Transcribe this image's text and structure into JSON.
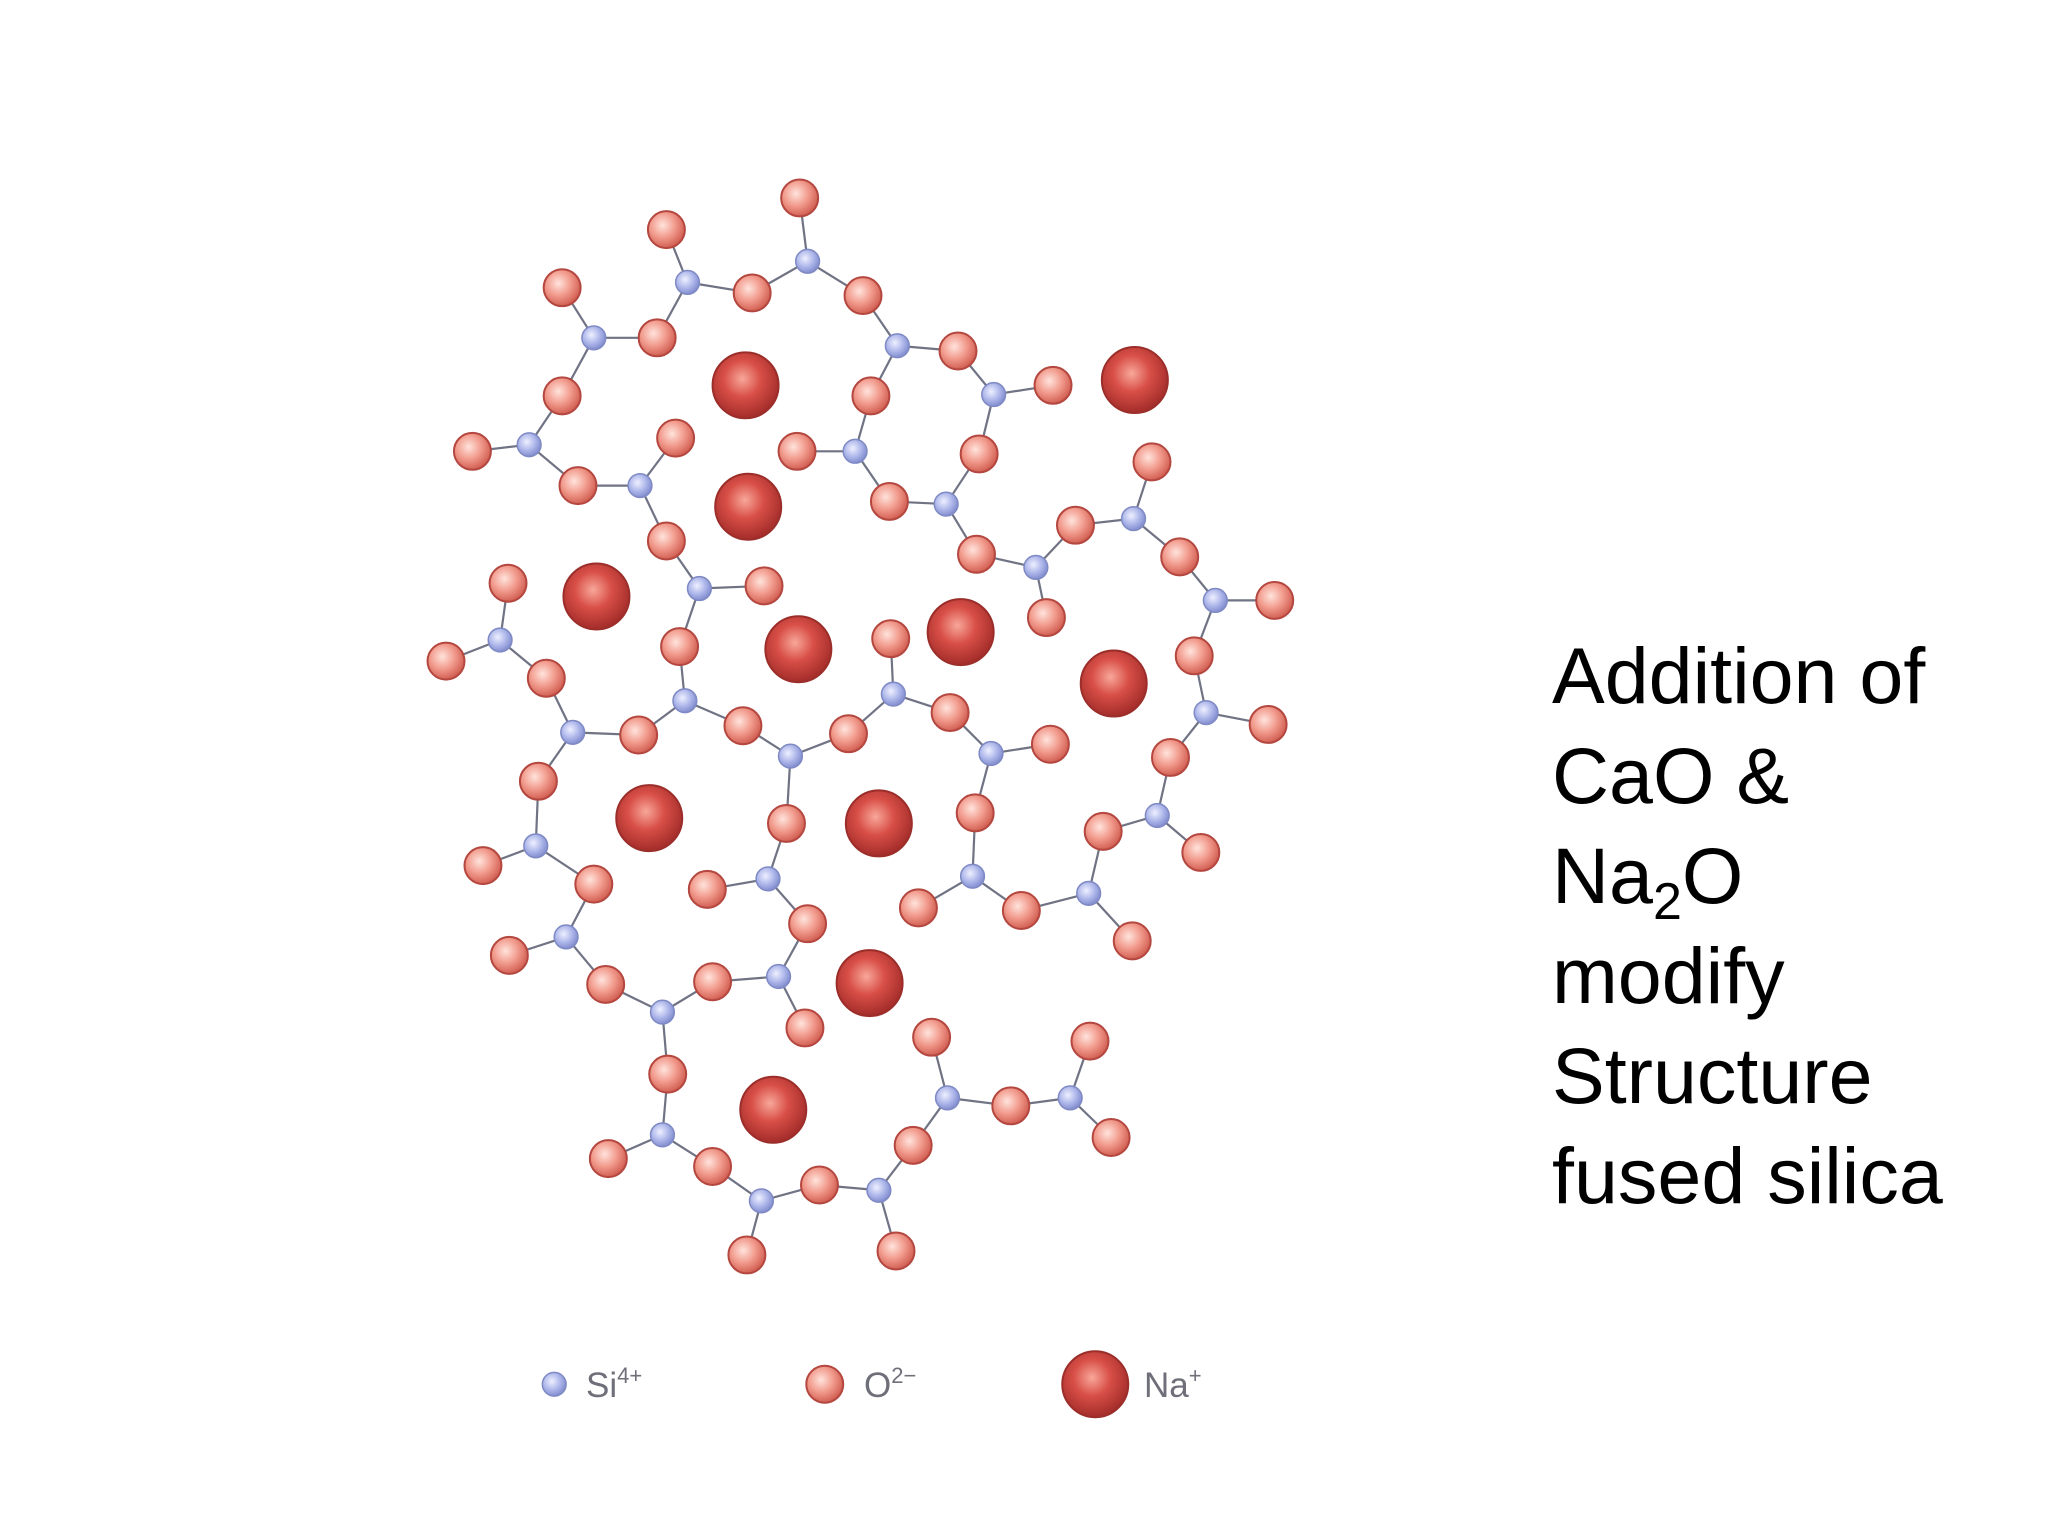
{
  "caption": {
    "lines": [
      "Addition of",
      "CaO &"
    ],
    "na2o": {
      "base": "Na",
      "sub": "2",
      "tail": "O"
    },
    "lines_after": [
      "modify",
      "Structure",
      "fused silica"
    ]
  },
  "legend": {
    "si": {
      "symbol": "Si",
      "charge": "4+"
    },
    "o": {
      "symbol": "O",
      "charge": "2−"
    },
    "na": {
      "symbol": "Na",
      "charge": "+"
    }
  },
  "colors": {
    "si": "#a9b3e6",
    "o": "#ee9a8d",
    "na": "#d0453f",
    "bond": "#6f7384"
  }
}
